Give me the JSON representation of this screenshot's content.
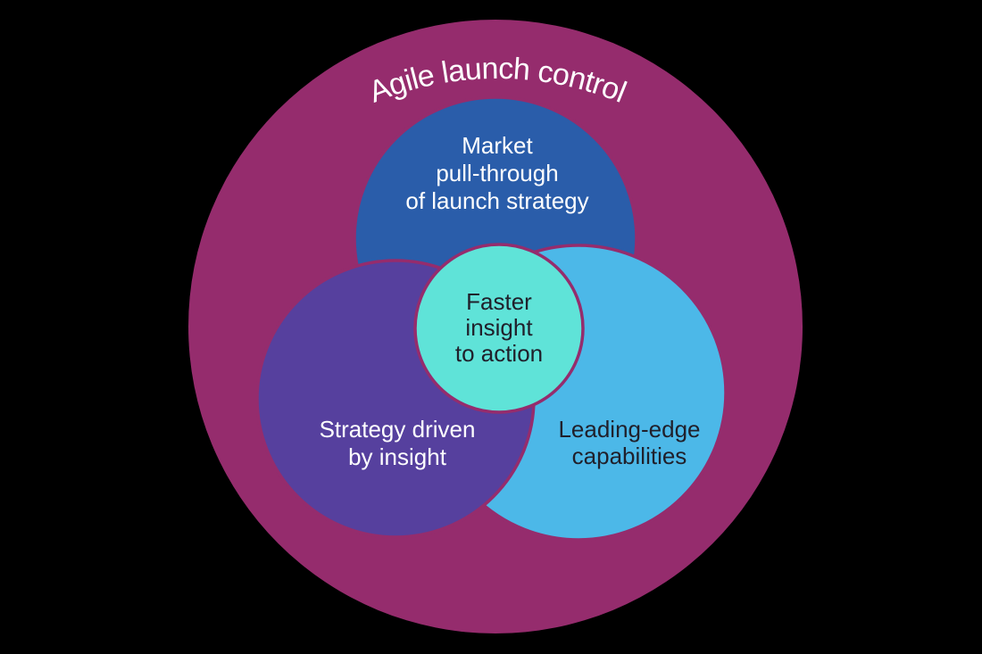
{
  "title": "Agile launch control",
  "colors": {
    "page_background": "#000000",
    "outer_circle": "#952C6D",
    "circle_stroke": "#952C6D",
    "market_circle": "#2A5DAA",
    "strategy_circle": "#56409E",
    "leading_circle": "#4CB8E8",
    "center_circle": "#5FE3D8",
    "text_light": "#FFFFFF",
    "text_dark": "#20202B"
  },
  "circles": {
    "outer": {
      "label": "Agile launch control"
    },
    "market": {
      "lines": [
        "Market",
        "pull-through",
        "of launch strategy"
      ]
    },
    "strategy": {
      "lines": [
        "Strategy driven",
        "by insight"
      ]
    },
    "leading": {
      "lines": [
        "Leading-edge",
        "capabilities"
      ]
    },
    "center": {
      "lines": [
        "Faster",
        "insight",
        "to action"
      ]
    }
  }
}
